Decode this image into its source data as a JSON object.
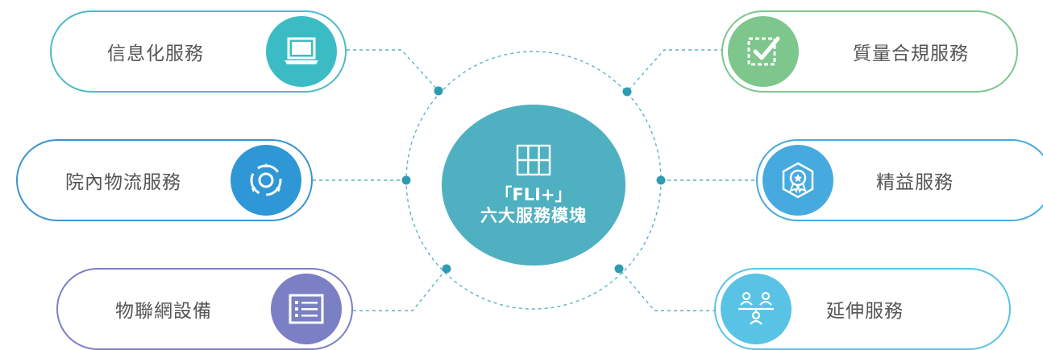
{
  "center": {
    "title": "「FLI+」",
    "subtitle": "六大服務模塊",
    "icon": "grid-icon"
  },
  "modules": [
    {
      "label": "信息化服務",
      "icon": "laptop-icon",
      "color": "#3bbcc4",
      "border": "#4cbac6"
    },
    {
      "label": "院內物流服務",
      "icon": "logistics-cycle-icon",
      "color": "#2f97d6",
      "border": "#3a93cc"
    },
    {
      "label": "物聯網設備",
      "icon": "device-list-icon",
      "color": "#7b7fc4",
      "border": "#7b7fc4"
    },
    {
      "label": "質量合規服務",
      "icon": "checkbox-check-icon",
      "color": "#7dc68c",
      "border": "#7dc68c"
    },
    {
      "label": "精益服務",
      "icon": "award-badge-icon",
      "color": "#46aadf",
      "border": "#46aadf"
    },
    {
      "label": "延伸服務",
      "icon": "people-network-icon",
      "color": "#59c3e6",
      "border": "#59c3e6"
    }
  ]
}
